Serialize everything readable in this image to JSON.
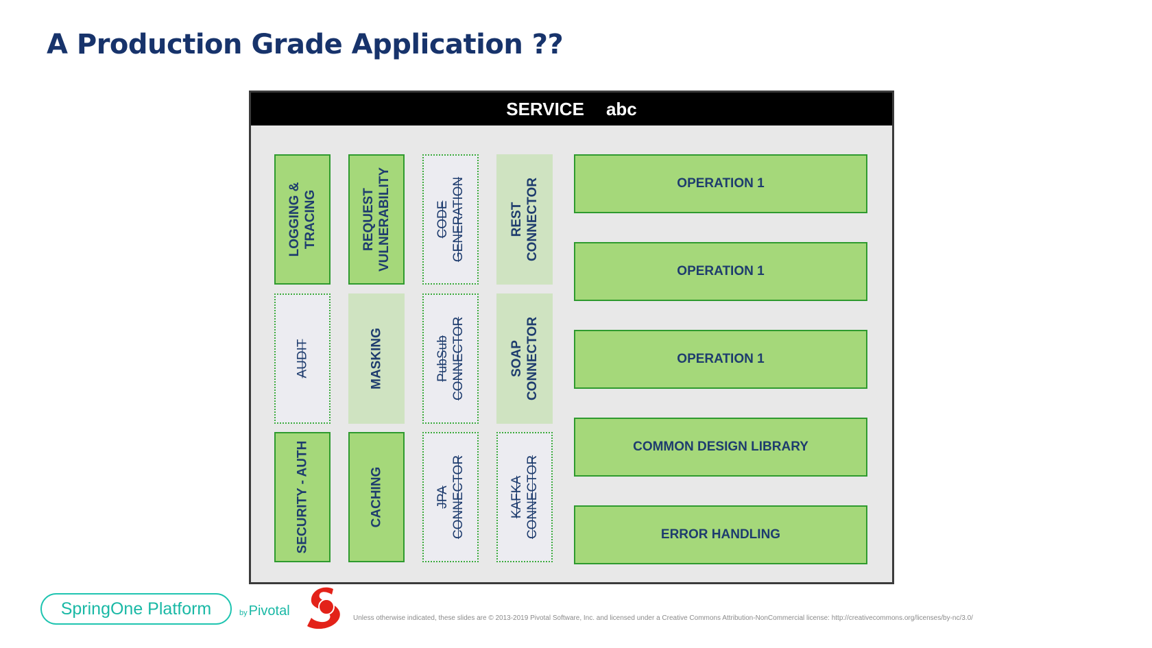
{
  "title": "A Production Grade Application ??",
  "service": {
    "label": "SERVICE",
    "name": "abc"
  },
  "columns": [
    [
      {
        "label": "LOGGING &\nTRACING",
        "style": "solid",
        "struck": false
      },
      {
        "label": "AUDIT",
        "style": "dotted",
        "struck": true
      },
      {
        "label": "SECURITY - AUTH",
        "style": "solid",
        "struck": false
      }
    ],
    [
      {
        "label": "REQUEST\nVULNERABILITY",
        "style": "solid",
        "struck": false
      },
      {
        "label": "MASKING",
        "style": "light",
        "struck": false
      },
      {
        "label": "CACHING",
        "style": "solid",
        "struck": false
      }
    ],
    [
      {
        "label": "CODE\nGENERATION",
        "style": "dotted",
        "struck": true
      },
      {
        "label": "PubSub\nCONNECTOR",
        "style": "dotted",
        "struck": true
      },
      {
        "label": "JPA\nCONNECTOR",
        "style": "dotted",
        "struck": true
      }
    ],
    [
      {
        "label": "REST\nCONNECTOR",
        "style": "light",
        "struck": false
      },
      {
        "label": "SOAP\nCONNECTOR",
        "style": "light",
        "struck": false
      },
      {
        "label": "KAFKA\nCONNECTOR",
        "style": "dotted",
        "struck": true
      }
    ]
  ],
  "rows": [
    "OPERATION 1",
    "OPERATION 1",
    "OPERATION 1",
    "COMMON DESIGN LIBRARY",
    "ERROR HANDLING"
  ],
  "footer": {
    "brand": "SpringOne Platform",
    "by": "by",
    "company": "Pivotal",
    "license": "Unless otherwise indicated, these slides are © 2013-2019 Pivotal Software, Inc. and licensed under a Creative Commons Attribution-NonCommercial license: http://creativecommons.org/licenses/by-nc/3.0/"
  },
  "colors": {
    "title": "#17336b",
    "block_green": "#a5d87a",
    "block_light": "#cfe3c1",
    "block_border": "#2e9a2e",
    "text_blue": "#1e3c6e",
    "brand_teal": "#19b8a5",
    "brand_red": "#e32219"
  },
  "icons": {
    "brand_mark": "red-s-logo-icon"
  }
}
